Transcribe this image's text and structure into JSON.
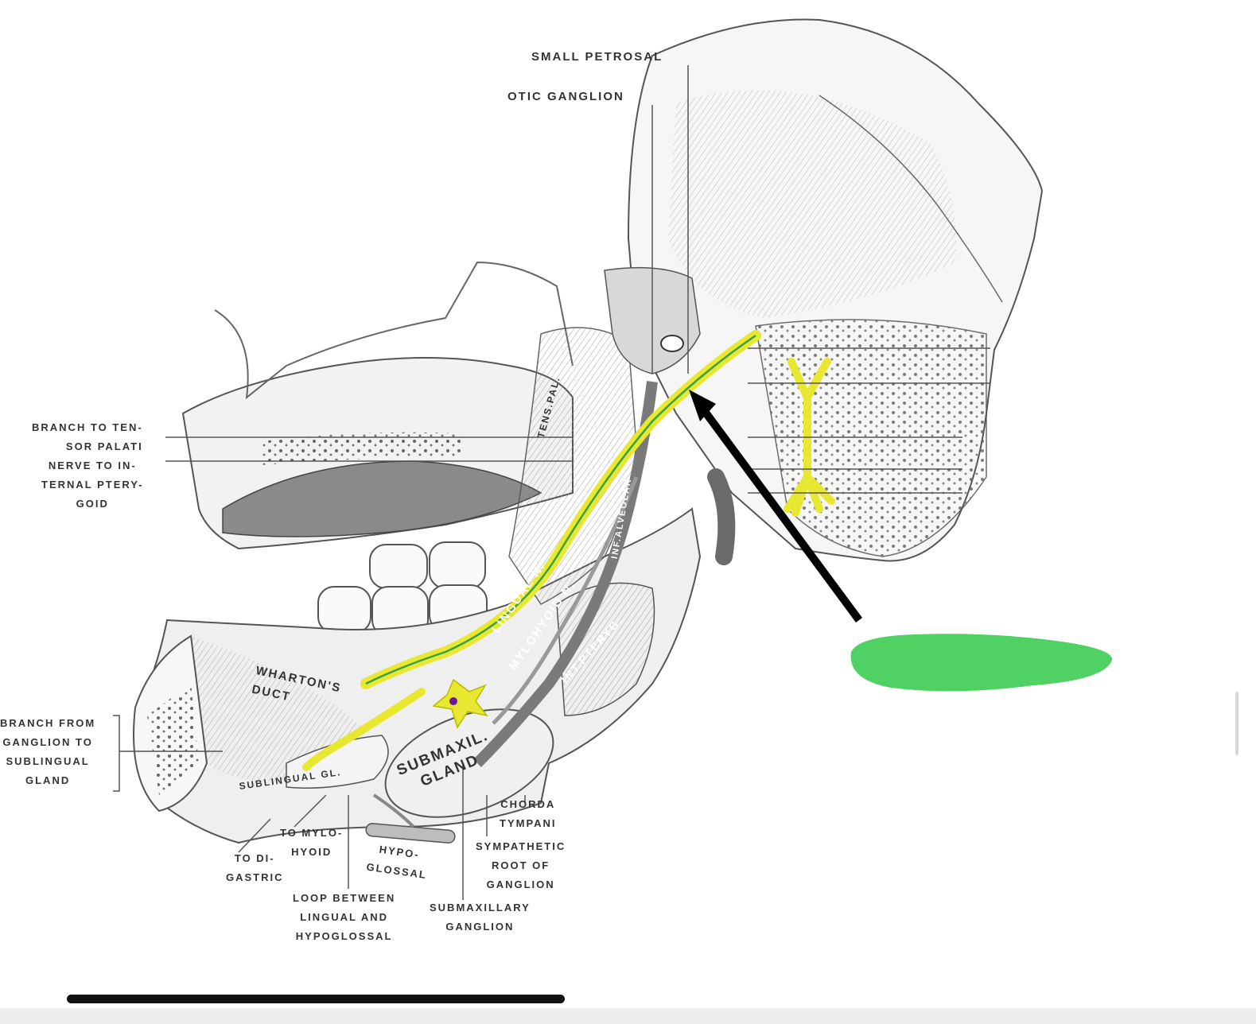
{
  "diagram": {
    "labels": {
      "small_petrosal": "SMALL PETROSAL",
      "otic_ganglion": "OTIC GANGLION",
      "branch_to_tensor": [
        "BRANCH TO TEN-",
        "SOR PALATI"
      ],
      "nerve_to_internal": [
        "NERVE TO IN-",
        "TERNAL PTERY-",
        "GOID"
      ],
      "branch_from_ganglion": [
        "BRANCH FROM",
        "GANGLION TO",
        "SUBLINGUAL",
        "GLAND"
      ],
      "to_mylohyoid": [
        "TO MYLO-",
        "HYOID"
      ],
      "to_digastric": [
        "TO DI-",
        "GASTRIC"
      ],
      "hypoglossal": [
        "HYPO-",
        "GLOSSAL"
      ],
      "loop_between": [
        "LOOP BETWEEN",
        "LINGUAL AND",
        "HYPOGLOSSAL"
      ],
      "chorda_tympani": [
        "CHORDA",
        "TYMPANI"
      ],
      "sympathetic_root": [
        "SYMPATHETIC",
        "ROOT OF",
        "GANGLION"
      ],
      "submaxillary_ganglion": [
        "SUBMAXILLARY",
        "GANGLION"
      ],
      "whartons_duct": [
        "WHARTON'S",
        "DUCT"
      ],
      "lingual_n": "LINGUAL N.",
      "mylohyoid_n": "MYLOHYOID N.",
      "submax_gland": [
        "SUBMAXIL.",
        "GLAND"
      ],
      "tens_pal": "TENS.PAL.",
      "int_pteryg": "INT.PTERYG.",
      "inf_alveolar": "INF.ALVEOLAR",
      "sublingual_gland": "SUBLINGUAL GL."
    },
    "colors": {
      "nerve_highlight": "#e8e832",
      "nerve_center": "#3aa040",
      "answer_blob": "#4fd163",
      "arrow": "#000000",
      "bone_fill": "#f4f4f4",
      "line": "#555555"
    }
  }
}
